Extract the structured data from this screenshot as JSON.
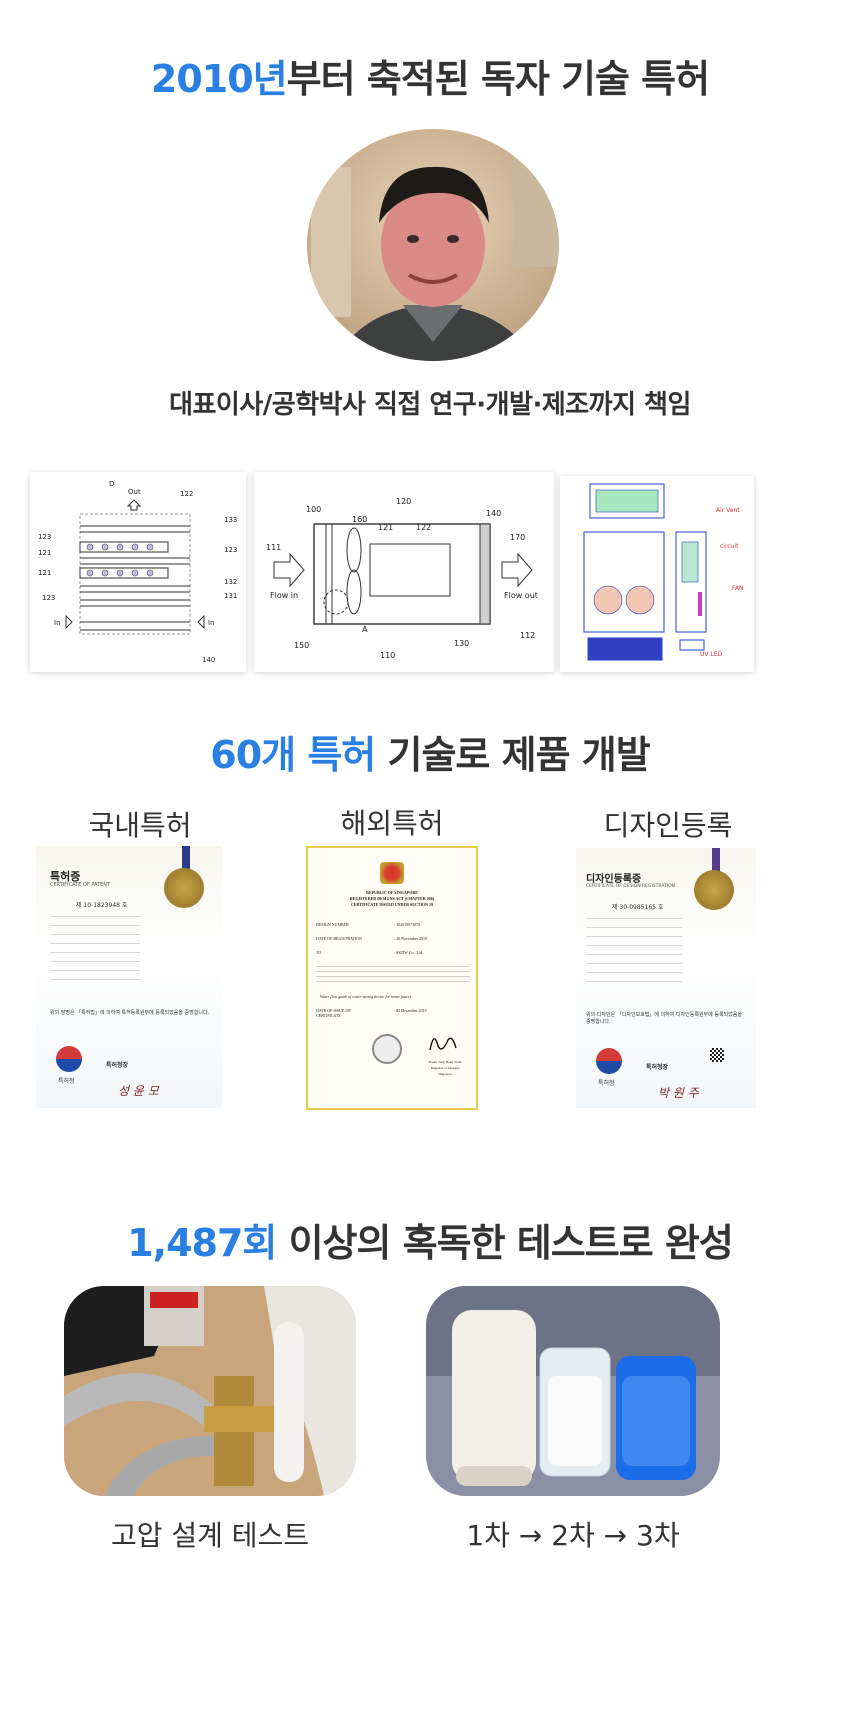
{
  "section1": {
    "heading_highlight": "2010년",
    "heading_rest": "부터 축적된 독자 기술 특허",
    "caption": "대표이사/공학박사 직접 연구·개발·제조까지 책임"
  },
  "drawings": {
    "d1": {
      "labels": [
        "D",
        "Out",
        "122",
        "133",
        "123",
        "121",
        "123",
        "121",
        "132",
        "131",
        "123",
        "In",
        "In",
        "140"
      ]
    },
    "d2": {
      "labels": [
        "100",
        "120",
        "160",
        "121",
        "122",
        "140",
        "111",
        "170",
        "Flow in",
        "Flow out",
        "A",
        "150",
        "110",
        "130",
        "112"
      ]
    },
    "d3": {
      "labels": [
        "Air Vent",
        "circuit",
        "FAN",
        "UV LED"
      ]
    }
  },
  "section2": {
    "heading_highlight": "60개 특허",
    "heading_rest": " 기술로 제품 개발",
    "cert_labels": [
      "국내특허",
      "해외특허",
      "디자인등록"
    ],
    "cert1": {
      "title": "특허증",
      "subtitle": "CERTIFICATE OF PATENT",
      "number": "제 10-1823948 호",
      "statement": "위의 발명은 「특허법」에 의하여 특허등록원부에 등록되었음을 증명합니다.",
      "org": "특허청",
      "official": "특허청장",
      "signature": "성 윤 모"
    },
    "cert2": {
      "line1": "REPUBLIC OF SINGAPORE",
      "line2": "REGISTERED DESIGNS ACT (CHAPTER 266)",
      "line3": "CERTIFICATE ISSUED UNDER SECTION 19",
      "f1k": "DESIGN NUMBER",
      "f1v": ": 30201907107S",
      "f2k": "DATE OF REGISTRATION",
      "f2v": ": 20 November 2019",
      "f3k": "TO",
      "f3v": ": SKDW Co., Ltd.",
      "product": "Water flow guide of water-saving device for water faucet",
      "f4k": "DATE OF ISSUE OF CERTIFICATE",
      "f4v": ": 02 December 2019",
      "signer": "Daren Tang Heng Shim",
      "signer_title": "Registrar of Designs",
      "signer_place": "Singapore"
    },
    "cert3": {
      "title": "디자인등록증",
      "subtitle": "CERTIFICATE OF DESIGN REGISTRATION",
      "number": "제 30-0985165 호",
      "statement": "위의 디자인은 「디자인보호법」에 의하여 디자인등록원부에 등록되었음을 증명합니다.",
      "org": "특허청",
      "official": "특허청장",
      "signature": "박 원 주"
    }
  },
  "section3": {
    "heading_highlight": "1,487회",
    "heading_rest": " 이상의 혹독한 테스트로 완성",
    "photo_captions": [
      "고압 설계 테스트",
      "1차 → 2차 → 3차"
    ]
  },
  "colors": {
    "accent": "#2a7fe3",
    "text": "#333333"
  }
}
